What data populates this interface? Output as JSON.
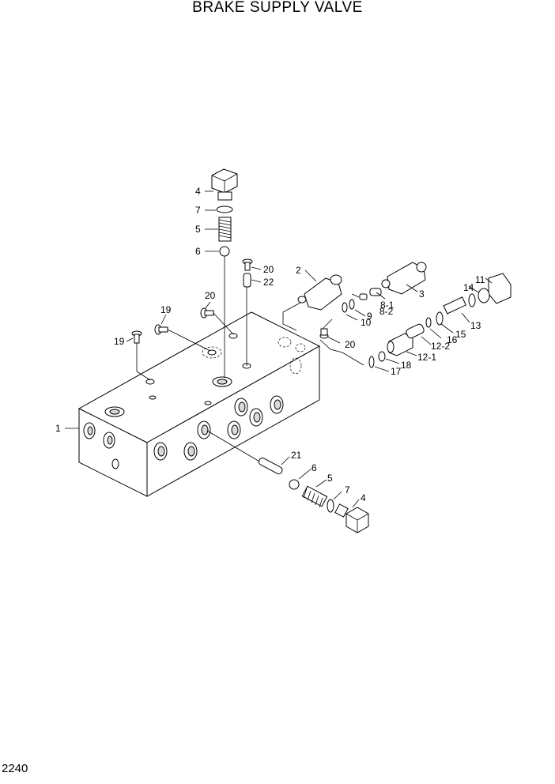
{
  "title": "BRAKE SUPPLY VALVE",
  "page_number": "2240",
  "callouts": {
    "c1": "1",
    "c2": "2",
    "c3": "3",
    "c4a": "4",
    "c4b": "4",
    "c5a": "5",
    "c5b": "5",
    "c6a": "6",
    "c6b": "6",
    "c7a": "7",
    "c7b": "7",
    "c8_1": "8-1",
    "c8_2": "8-2",
    "c9": "9",
    "c10": "10",
    "c11": "11",
    "c12_1": "12-1",
    "c12_2": "12-2",
    "c13": "13",
    "c14": "14",
    "c15": "15",
    "c16": "16",
    "c17": "17",
    "c18": "18",
    "c19a": "19",
    "c19b": "19",
    "c20a": "20",
    "c20b": "20",
    "c20c": "20",
    "c21": "21",
    "c22": "22"
  }
}
